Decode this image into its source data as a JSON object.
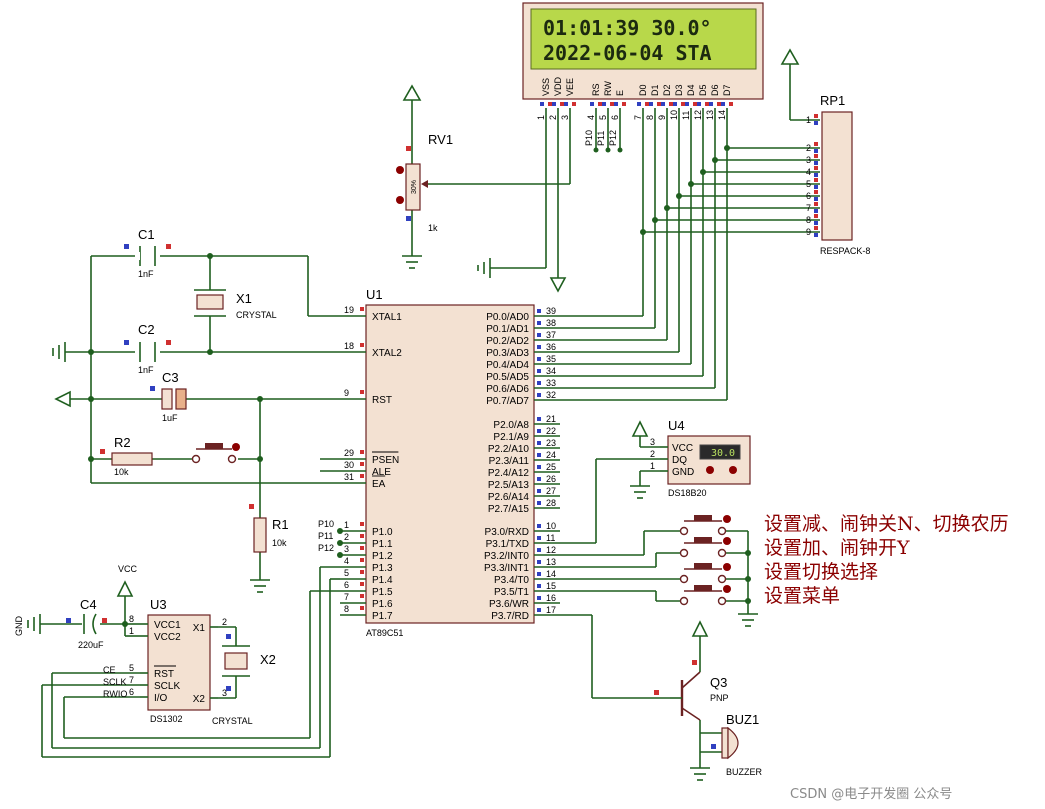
{
  "lcd": {
    "line1": "01:01:39  30.0°",
    "line2": "2022-06-04  STA",
    "pins": [
      "VSS",
      "VDD",
      "VEE",
      "RS",
      "RW",
      "E",
      "D0",
      "D1",
      "D2",
      "D3",
      "D4",
      "D5",
      "D6",
      "D7"
    ],
    "pin_numbers": [
      "1",
      "2",
      "3",
      "4",
      "5",
      "6",
      "7",
      "8",
      "9",
      "10",
      "11",
      "12",
      "13",
      "14"
    ],
    "rs_labels": [
      "P10",
      "P11",
      "P12"
    ],
    "bg_color": "#b8d84a"
  },
  "rv1": {
    "ref": "RV1",
    "value": "1k",
    "setting": "30%"
  },
  "rp1": {
    "ref": "RP1",
    "model": "RESPACK-8",
    "pins": [
      "1",
      "2",
      "3",
      "4",
      "5",
      "6",
      "7",
      "8",
      "9"
    ]
  },
  "c1": {
    "ref": "C1",
    "value": "1nF"
  },
  "c2": {
    "ref": "C2",
    "value": "1nF"
  },
  "c3": {
    "ref": "C3",
    "value": "1uF"
  },
  "c4": {
    "ref": "C4",
    "value": "220uF"
  },
  "x1": {
    "ref": "X1",
    "model": "CRYSTAL"
  },
  "x2": {
    "ref": "X2",
    "model": "CRYSTAL"
  },
  "r1": {
    "ref": "R1",
    "value": "10k"
  },
  "r2": {
    "ref": "R2",
    "value": "10k"
  },
  "u1": {
    "ref": "U1",
    "model": "AT89C51",
    "left_pins": [
      {
        "num": "19",
        "name": "XTAL1"
      },
      {
        "num": "18",
        "name": "XTAL2"
      },
      {
        "num": "9",
        "name": "RST"
      },
      {
        "num": "29",
        "name": "PSEN"
      },
      {
        "num": "30",
        "name": "ALE"
      },
      {
        "num": "31",
        "name": "EA"
      },
      {
        "num": "1",
        "name": "P1.0"
      },
      {
        "num": "2",
        "name": "P1.1"
      },
      {
        "num": "3",
        "name": "P1.2"
      },
      {
        "num": "4",
        "name": "P1.3"
      },
      {
        "num": "5",
        "name": "P1.4"
      },
      {
        "num": "6",
        "name": "P1.5"
      },
      {
        "num": "7",
        "name": "P1.6"
      },
      {
        "num": "8",
        "name": "P1.7"
      }
    ],
    "right_pins": [
      {
        "num": "39",
        "name": "P0.0/AD0"
      },
      {
        "num": "38",
        "name": "P0.1/AD1"
      },
      {
        "num": "37",
        "name": "P0.2/AD2"
      },
      {
        "num": "36",
        "name": "P0.3/AD3"
      },
      {
        "num": "35",
        "name": "P0.4/AD4"
      },
      {
        "num": "34",
        "name": "P0.5/AD5"
      },
      {
        "num": "33",
        "name": "P0.6/AD6"
      },
      {
        "num": "32",
        "name": "P0.7/AD7"
      },
      {
        "num": "21",
        "name": "P2.0/A8"
      },
      {
        "num": "22",
        "name": "P2.1/A9"
      },
      {
        "num": "23",
        "name": "P2.2/A10"
      },
      {
        "num": "24",
        "name": "P2.3/A11"
      },
      {
        "num": "25",
        "name": "P2.4/A12"
      },
      {
        "num": "26",
        "name": "P2.5/A13"
      },
      {
        "num": "27",
        "name": "P2.6/A14"
      },
      {
        "num": "28",
        "name": "P2.7/A15"
      },
      {
        "num": "10",
        "name": "P3.0/RXD"
      },
      {
        "num": "11",
        "name": "P3.1/TXD"
      },
      {
        "num": "12",
        "name": "P3.2/INT0"
      },
      {
        "num": "13",
        "name": "P3.3/INT1"
      },
      {
        "num": "14",
        "name": "P3.4/T0"
      },
      {
        "num": "15",
        "name": "P3.5/T1"
      },
      {
        "num": "16",
        "name": "P3.6/WR"
      },
      {
        "num": "17",
        "name": "P3.7/RD"
      }
    ],
    "p1_labels": [
      "P10",
      "P11",
      "P12"
    ]
  },
  "u3": {
    "ref": "U3",
    "model": "DS1302",
    "pins_left": [
      {
        "num": "8",
        "name": "VCC1"
      },
      {
        "num": "1",
        "name": "VCC2"
      },
      {
        "num": "5",
        "name": "RST"
      },
      {
        "num": "7",
        "name": "SCLK"
      },
      {
        "num": "6",
        "name": "I/O"
      }
    ],
    "pins_right": [
      {
        "num": "2",
        "name": "X1"
      },
      {
        "num": "3",
        "name": "X2"
      }
    ],
    "net_labels": [
      "CE",
      "SCLK",
      "RWIO"
    ],
    "vcc_label": "VCC",
    "gnd_label": "GND"
  },
  "u4": {
    "ref": "U4",
    "model": "DS18B20",
    "pins": [
      {
        "num": "3",
        "name": "VCC"
      },
      {
        "num": "2",
        "name": "DQ"
      },
      {
        "num": "1",
        "name": "GND"
      }
    ],
    "display": "30.0"
  },
  "q3": {
    "ref": "Q3",
    "type": "PNP"
  },
  "buz1": {
    "ref": "BUZ1",
    "model": "BUZZER"
  },
  "notes": [
    "设置减、闹钟关N、切换农历",
    "设置加、闹钟开Y",
    "设置切换选择",
    "设置菜单"
  ],
  "watermark": "CSDN @电子开发圈  公众号",
  "colors": {
    "wire": "#1f5f1f",
    "body": "#f3e1d2",
    "outline": "#6b2222",
    "pin_red": "#d03030",
    "pin_blue": "#3040c0",
    "note": "#8b0000"
  }
}
